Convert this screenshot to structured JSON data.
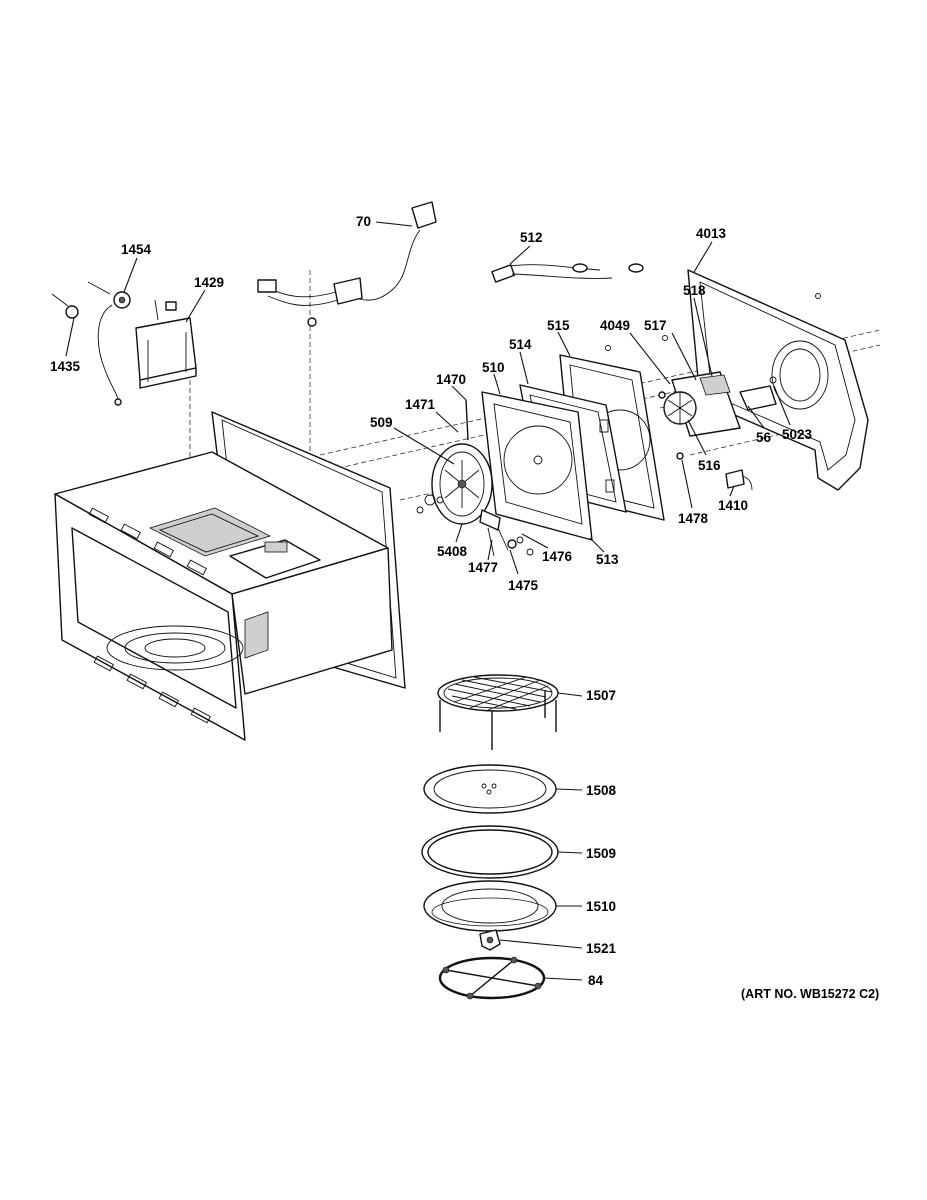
{
  "art_number": "(ART NO. WB15272 C2)",
  "callouts": {
    "c70": "70",
    "c512": "512",
    "c4013": "4013",
    "c1454": "1454",
    "c1429": "1429",
    "c1435": "1435",
    "c518": "518",
    "c515": "515",
    "c4049": "4049",
    "c517": "517",
    "c514": "514",
    "c1470": "1470",
    "c510": "510",
    "c1471": "1471",
    "c509": "509",
    "c56": "56",
    "c5023": "5023",
    "c516": "516",
    "c1478": "1478",
    "c1410": "1410",
    "c5408": "5408",
    "c1476": "1476",
    "c513": "513",
    "c1477": "1477",
    "c1475": "1475",
    "c1507": "1507",
    "c1508": "1508",
    "c1509": "1509",
    "c1510": "1510",
    "c1521": "1521",
    "c84": "84"
  }
}
